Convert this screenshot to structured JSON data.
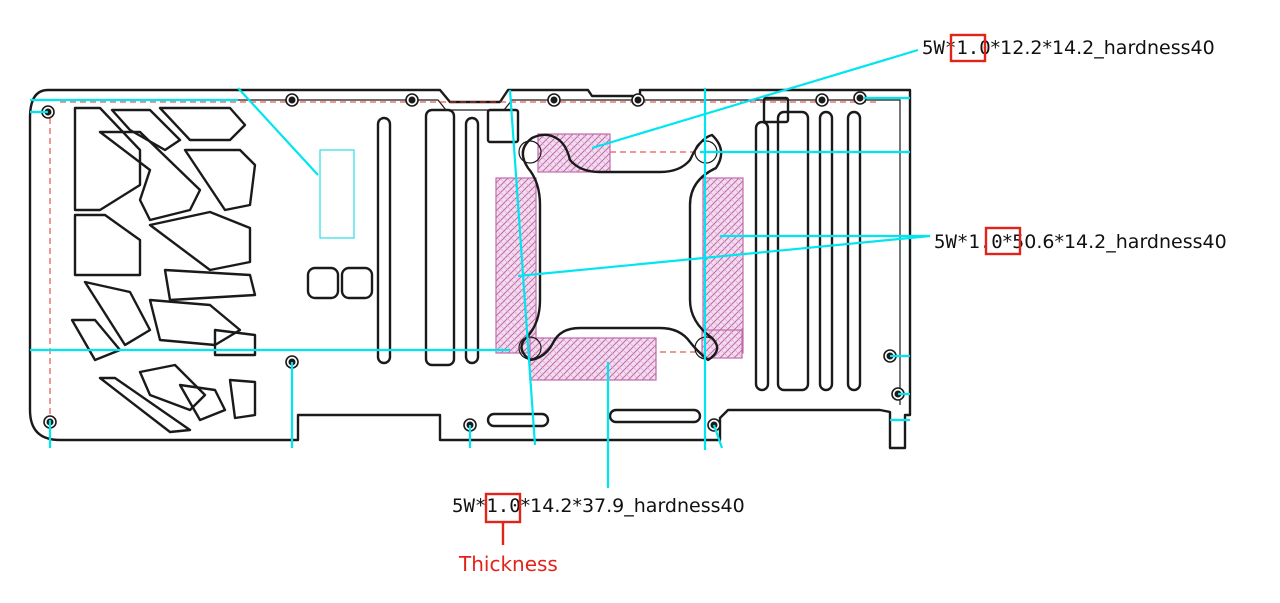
{
  "callouts": {
    "top": {
      "prefix": "5W*",
      "highlight": "1.0",
      "suffix": "*12.2*14.2_hardness40"
    },
    "right": {
      "prefix": "5W*",
      "highlight": "1.0",
      "suffix": "*50.6*14.2_hardness40"
    },
    "bottom": {
      "prefix": "5W*",
      "highlight": "1.0",
      "suffix": "*14.2*37.9_hardness40"
    },
    "thickness_label": "Thickness"
  },
  "colors": {
    "outline": "#1a1a1a",
    "leader": "#00e6f0",
    "pad_hatch": "#c06aa8",
    "highlight": "#e2231a",
    "dashed_reference": "#e0302a"
  }
}
